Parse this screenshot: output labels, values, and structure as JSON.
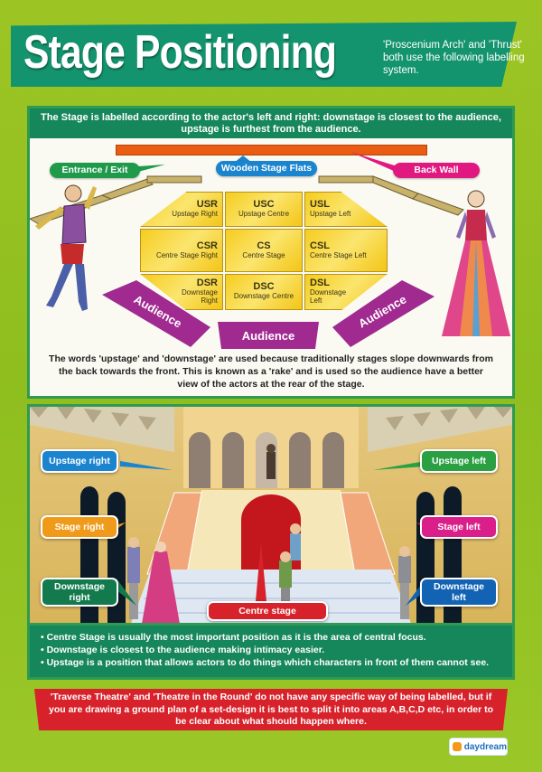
{
  "header": {
    "title": "Stage Positioning",
    "subtitle": "'Proscenium Arch' and 'Thrust' both use the following labelling system."
  },
  "plan_diagram": {
    "intro": "The Stage is labelled according to the actor's left and right: downstage is closest to the audience, upstage is furthest from the audience.",
    "callouts": {
      "entrance_exit": "Entrance / Exit",
      "wooden_flats": "Wooden Stage Flats",
      "back_wall": "Back Wall"
    },
    "grid": [
      {
        "code": "USR",
        "name": "Upstage Right"
      },
      {
        "code": "USC",
        "name": "Upstage Centre"
      },
      {
        "code": "USL",
        "name": "Upstage Left"
      },
      {
        "code": "CSR",
        "name": "Centre Stage Right"
      },
      {
        "code": "CS",
        "name": "Centre Stage"
      },
      {
        "code": "CSL",
        "name": "Centre Stage Left"
      },
      {
        "code": "DSR",
        "name": "Downstage Right"
      },
      {
        "code": "DSC",
        "name": "Downstage Centre"
      },
      {
        "code": "DSL",
        "name": "Downstage Left"
      }
    ],
    "audience": [
      "Audience",
      "Audience",
      "Audience"
    ],
    "footer": "The words 'upstage' and 'downstage' are used because traditionally stages slope downwards from the back towards the front. This is known as a 'rake' and is used so the audience have a better view of the actors at the rear of the stage."
  },
  "scene_diagram": {
    "labels": {
      "upstage_right": "Upstage right",
      "stage_right": "Stage right",
      "downstage_right": "Downstage right",
      "upstage_left": "Upstage left",
      "stage_left": "Stage left",
      "downstage_left": "Downstage left",
      "centre_stage": "Centre stage"
    },
    "colors": {
      "upstage_right": "#1a84cf",
      "stage_right": "#f09a1a",
      "downstage_right": "#137a4e",
      "upstage_left": "#2aa043",
      "stage_left": "#db1f8a",
      "downstage_left": "#1263b4",
      "centre_stage": "#d7222b"
    }
  },
  "notes": [
    "Centre Stage is usually the most important position as it is the area of central focus.",
    "Downstage is closest to the audience making intimacy easier.",
    "Upstage is a position that allows actors to do things which characters in front of them cannot see."
  ],
  "red_banner": "'Traverse Theatre' and 'Theatre in the Round' do not have any specific way of being labelled, but if you are drawing a ground plan of a set-design it is best to split it into areas A,B,C,D etc, in order to be clear about what should happen where.",
  "brand": {
    "logo_text": "daydream"
  }
}
